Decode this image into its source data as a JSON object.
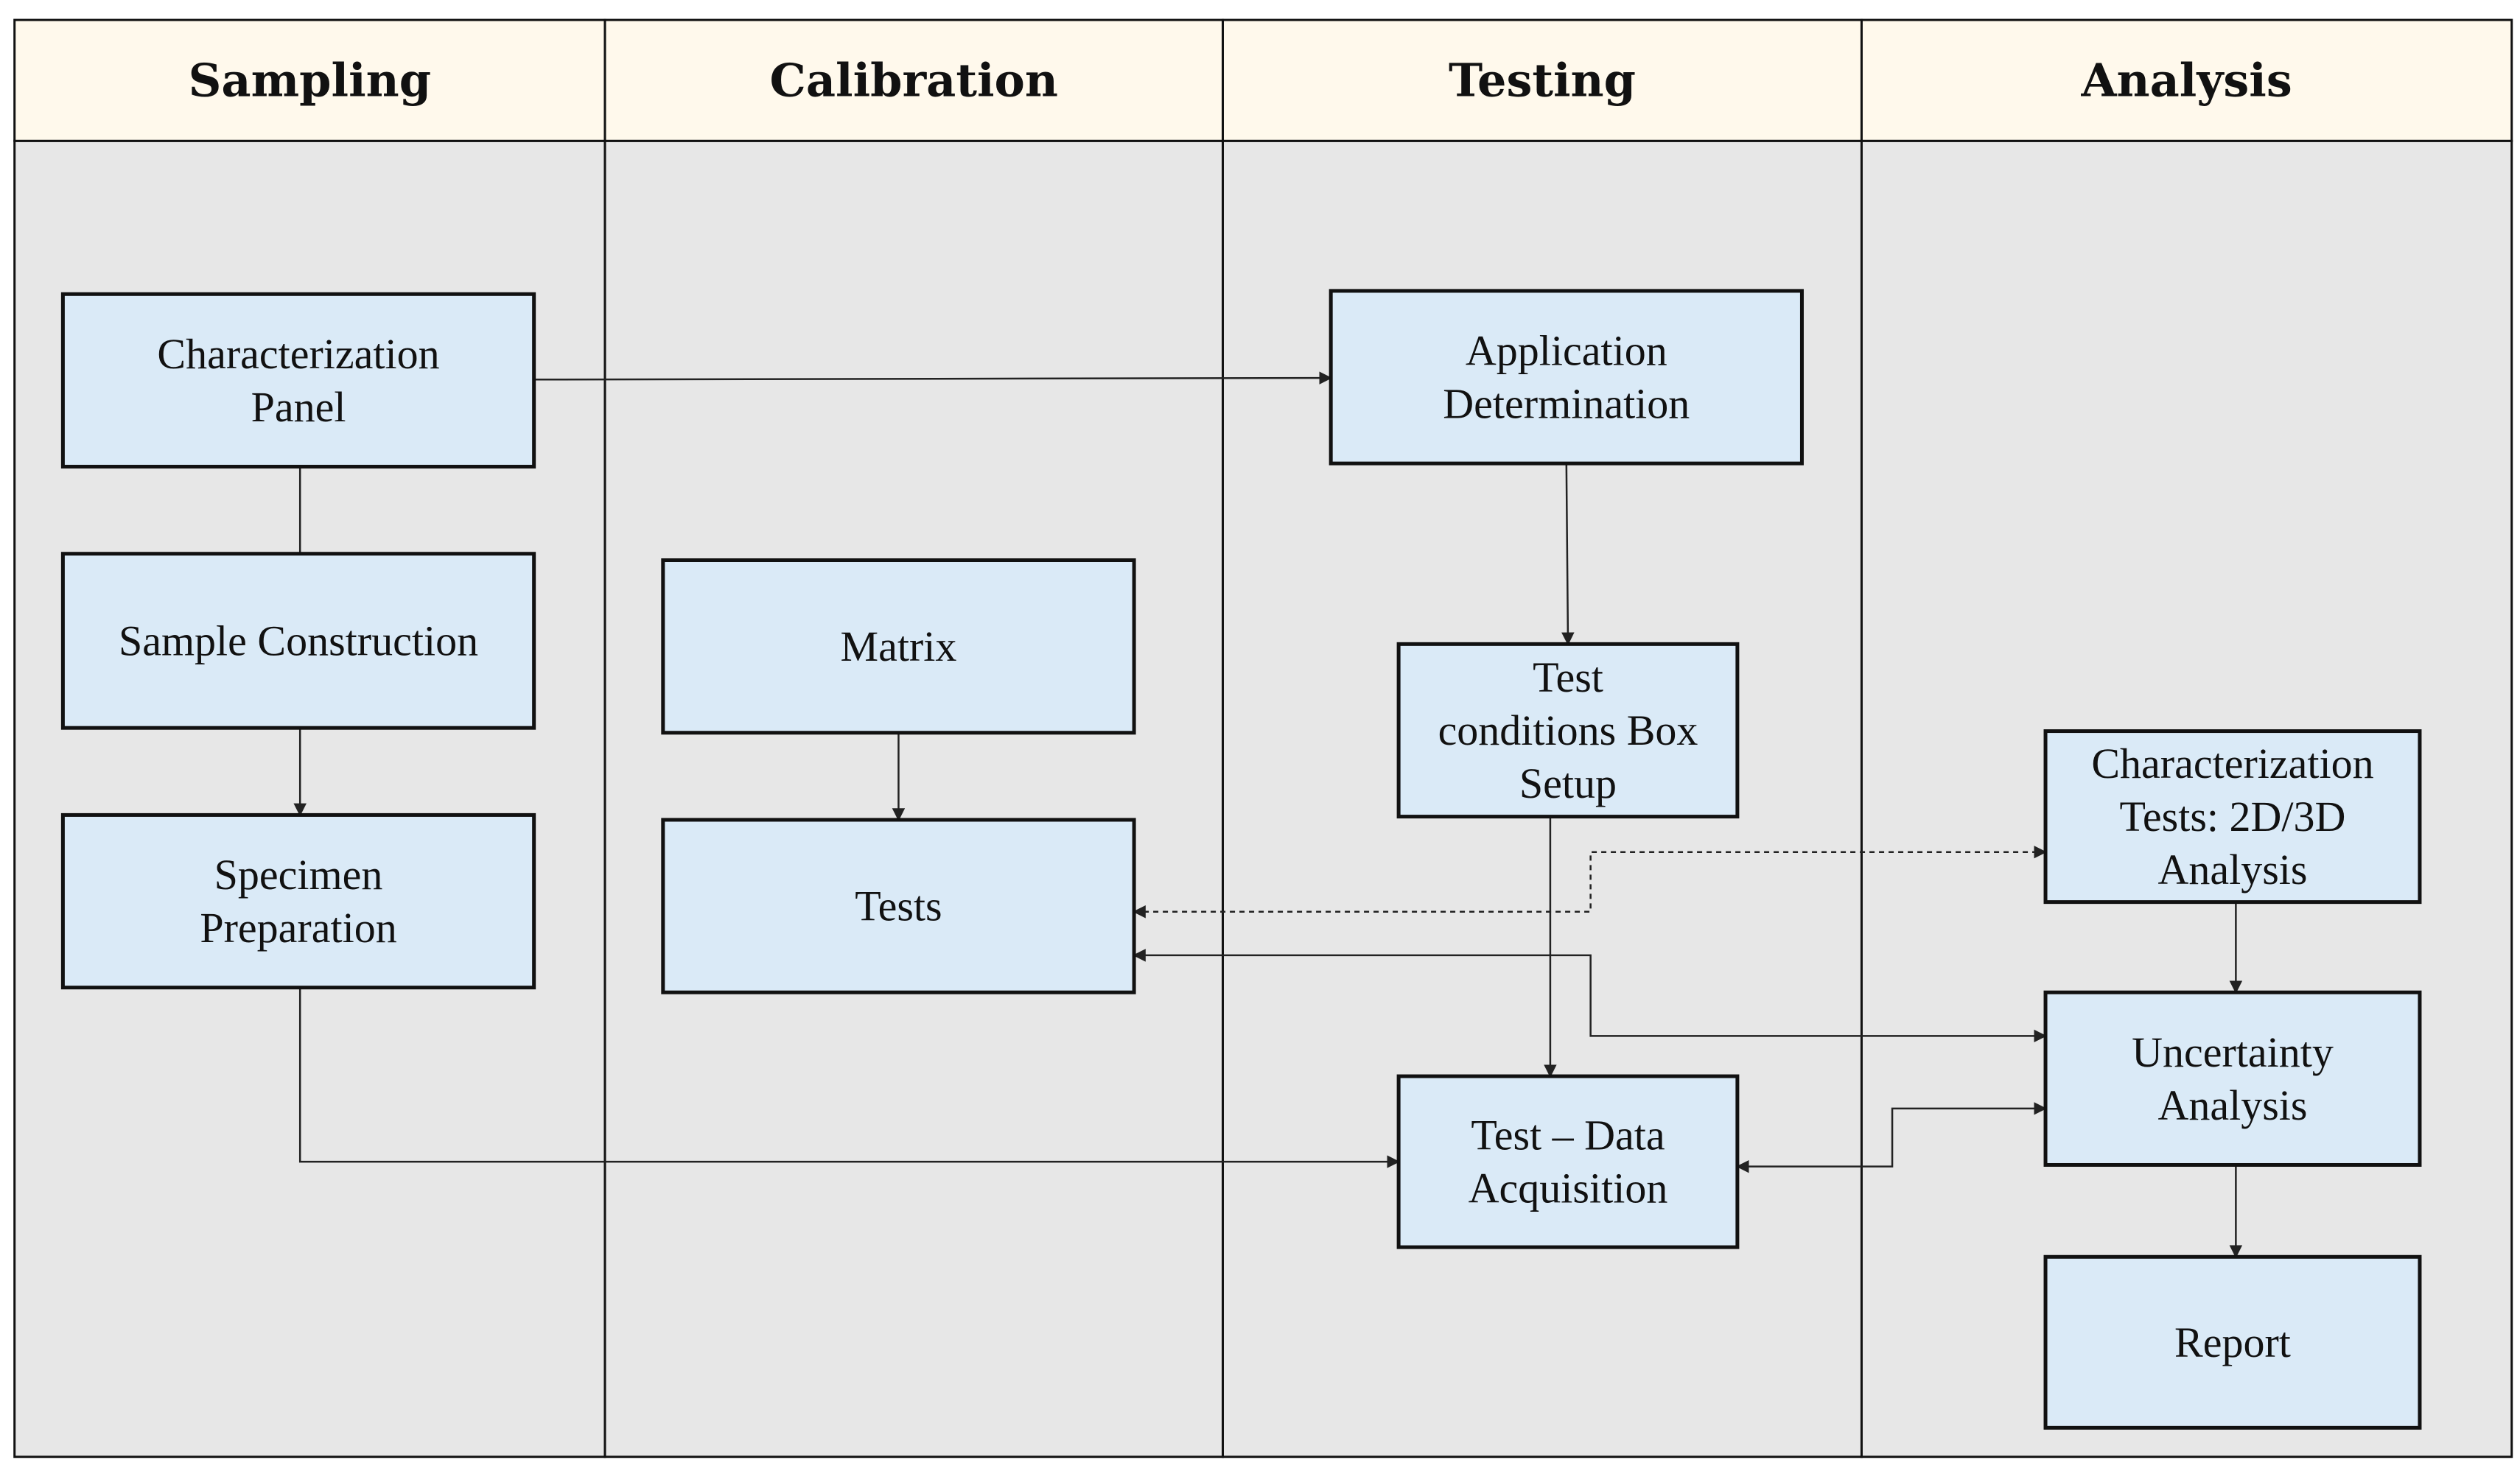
{
  "colors": {
    "header_fill": "#FFF9EC",
    "lane_fill": "#E7E7E7",
    "node_fill": "#DAEAF7",
    "stroke": "#111111"
  },
  "lanes": [
    {
      "id": "sampling",
      "title": "Sampling"
    },
    {
      "id": "calibration",
      "title": "Calibration"
    },
    {
      "id": "testing",
      "title": "Testing"
    },
    {
      "id": "analysis",
      "title": "Analysis"
    }
  ],
  "nodes": [
    {
      "id": "characterization-panel",
      "lane": "sampling",
      "lines": [
        "Characterization",
        "Panel"
      ]
    },
    {
      "id": "sample-construction",
      "lane": "sampling",
      "lines": [
        "Sample Construction"
      ]
    },
    {
      "id": "specimen-preparation",
      "lane": "sampling",
      "lines": [
        "Specimen",
        "Preparation"
      ]
    },
    {
      "id": "matrix",
      "lane": "calibration",
      "lines": [
        "Matrix"
      ]
    },
    {
      "id": "tests",
      "lane": "calibration",
      "lines": [
        "Tests"
      ]
    },
    {
      "id": "application-determination",
      "lane": "testing",
      "lines": [
        "Application",
        "Determination"
      ]
    },
    {
      "id": "test-conditions-box-setup",
      "lane": "testing",
      "lines": [
        "Test",
        "conditions Box",
        "Setup"
      ]
    },
    {
      "id": "test-data-acquisition",
      "lane": "testing",
      "lines": [
        "Test – Data",
        "Acquisition"
      ]
    },
    {
      "id": "characterization-tests",
      "lane": "analysis",
      "lines": [
        "Characterization",
        "Tests: 2D/3D",
        "Analysis"
      ]
    },
    {
      "id": "uncertainty-analysis",
      "lane": "analysis",
      "lines": [
        "Uncertainty",
        "Analysis"
      ]
    },
    {
      "id": "report",
      "lane": "analysis",
      "lines": [
        "Report"
      ]
    }
  ],
  "edges": [
    {
      "id": "panel-to-application",
      "from": "characterization-panel",
      "to": "application-determination",
      "style": "solid",
      "arrow": "end"
    },
    {
      "id": "panel-to-sample",
      "from": "characterization-panel",
      "to": "sample-construction",
      "style": "solid",
      "arrow": "none"
    },
    {
      "id": "sample-to-specimen",
      "from": "sample-construction",
      "to": "specimen-preparation",
      "style": "solid",
      "arrow": "end"
    },
    {
      "id": "specimen-to-acquisition",
      "from": "specimen-preparation",
      "to": "test-data-acquisition",
      "style": "solid",
      "arrow": "end"
    },
    {
      "id": "matrix-to-tests",
      "from": "matrix",
      "to": "tests",
      "style": "solid",
      "arrow": "end"
    },
    {
      "id": "application-to-conditions",
      "from": "application-determination",
      "to": "test-conditions-box-setup",
      "style": "solid",
      "arrow": "end"
    },
    {
      "id": "conditions-to-acquisition",
      "from": "test-conditions-box-setup",
      "to": "test-data-acquisition",
      "style": "solid",
      "arrow": "end"
    },
    {
      "id": "tests-characterization-link",
      "from": "tests",
      "to": "characterization-tests",
      "style": "dashed",
      "arrow": "both"
    },
    {
      "id": "uncertainty-tests-link",
      "from": "uncertainty-analysis",
      "to": "tests",
      "style": "solid",
      "arrow": "both"
    },
    {
      "id": "acquisition-uncertainty-link",
      "from": "test-data-acquisition",
      "to": "uncertainty-analysis",
      "style": "solid",
      "arrow": "both"
    },
    {
      "id": "characterization-to-uncertainty",
      "from": "characterization-tests",
      "to": "uncertainty-analysis",
      "style": "solid",
      "arrow": "end"
    },
    {
      "id": "uncertainty-to-report",
      "from": "uncertainty-analysis",
      "to": "report",
      "style": "solid",
      "arrow": "end"
    }
  ]
}
